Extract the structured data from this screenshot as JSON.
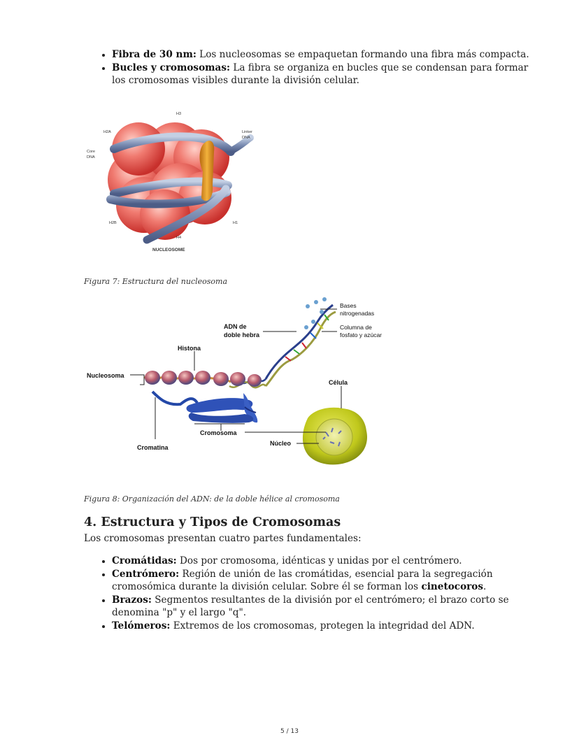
{
  "top_list": [
    {
      "term": "Fibra de 30 nm:",
      "text": " Los nucleosomas se empaquetan formando una fibra más compacta."
    },
    {
      "term": "Bucles y cromosomas:",
      "text": " La fibra se organiza en bucles que se condensan para formar los cromosomas visibles durante la división celular."
    }
  ],
  "figure7": {
    "labels": {
      "h3": "H3",
      "h2a": "H2A",
      "linker": "Linker",
      "linker2": "DNA",
      "core": "Core",
      "core2": "DNA",
      "h2b": "H2B",
      "h4": "H4",
      "h1": "H1",
      "title": "NUCLEOSOME"
    },
    "caption": "Figura 7: Estructura del nucleosoma"
  },
  "figure8": {
    "labels": {
      "bases1": "Bases",
      "bases2": "nitrogenadas",
      "adn1": "ADN de",
      "adn2": "doble hebra",
      "columna1": "Columna de",
      "columna2": "fosfato y azúcar",
      "histona": "Histona",
      "nucleosoma": "Nucleosoma",
      "celula": "Célula",
      "cromosoma": "Cromosoma",
      "nucleo": "Núcleo",
      "cromatina": "Cromatina"
    },
    "caption": "Figura 8: Organización del ADN: de la doble hélice al cromosoma"
  },
  "section": {
    "heading": "4. Estructura y Tipos de Cromosomas",
    "intro": "Los cromosomas presentan cuatro partes fundamentales:"
  },
  "parts_list": {
    "cromatidas": {
      "term": "Cromátidas:",
      "text": " Dos por cromosoma, idénticas y unidas por el centrómero."
    },
    "centromero": {
      "term": "Centrómero:",
      "text": " Región de unión de las cromátidas, esencial para la segregación cromosómica durante la división celular. Sobre él se forman los ",
      "bold": "cinetocoros",
      "tail": "."
    },
    "brazos": {
      "term": "Brazos:",
      "text": " Segmentos resultantes de la división por el centrómero; el brazo corto se denomina \"p\" y el largo \"q\"."
    },
    "telomeros": {
      "term": "Telómeros:",
      "text": " Extremos de los cromosomas, protegen la integridad del ADN."
    }
  },
  "page_number": "5 / 13"
}
